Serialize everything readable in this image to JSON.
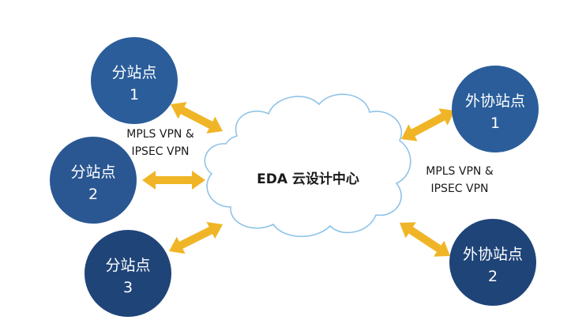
{
  "center": {
    "title": "EDA 云设计中心"
  },
  "nodes": [
    {
      "id": "branch-1",
      "line1": "分站点",
      "line2": "1",
      "color": "#2a5d9a"
    },
    {
      "id": "branch-2",
      "line1": "分站点",
      "line2": "2",
      "color": "#2a5791"
    },
    {
      "id": "branch-3",
      "line1": "分站点",
      "line2": "3",
      "color": "#1f4478"
    },
    {
      "id": "partner-1",
      "line1": "外协站点",
      "line2": "1",
      "color": "#2a5d9a"
    },
    {
      "id": "partner-2",
      "line1": "外协站点",
      "line2": "2",
      "color": "#1f4478"
    }
  ],
  "link_labels": {
    "left": {
      "line1": "MPLS VPN &",
      "line2": "IPSEC VPN"
    },
    "right": {
      "line1": "MPLS VPN &",
      "line2": "IPSEC VPN"
    }
  },
  "colors": {
    "arrow": "#f0b526",
    "cloud_stroke": "#8fc3e8",
    "cloud_fill": "#ffffff"
  },
  "icons": {
    "arrow": "double-headed-arrow",
    "center": "cloud-shape"
  }
}
